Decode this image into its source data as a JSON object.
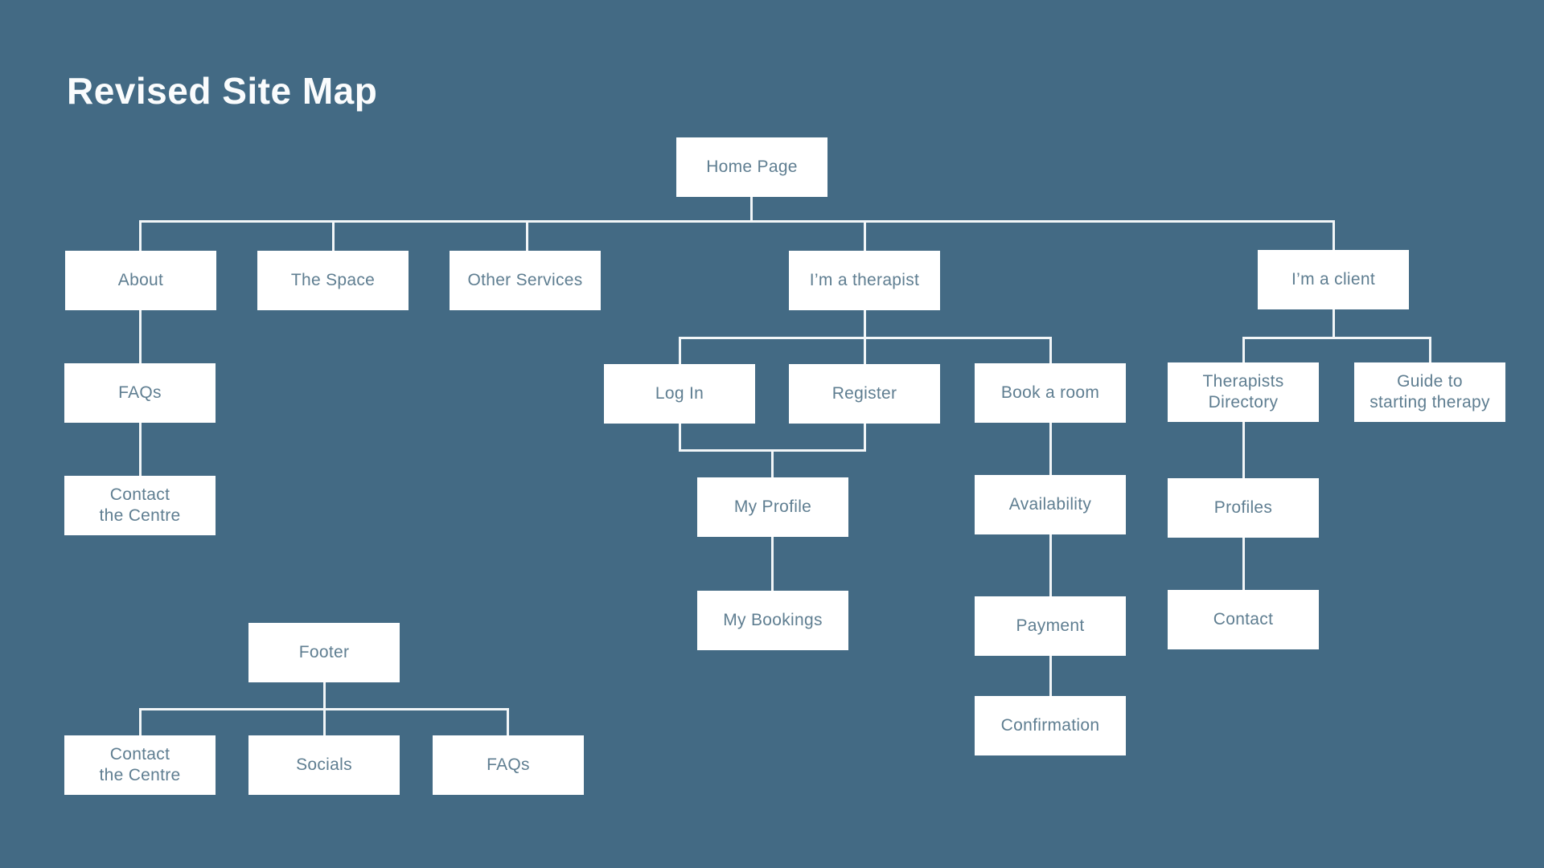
{
  "title": "Revised Site Map",
  "colors": {
    "background": "#436A84",
    "box_fill": "#FFFFFF",
    "box_text": "#5F7E91",
    "connector": "#F2F6F8",
    "title_text": "#FAFCFD"
  },
  "nodes": {
    "home_page": {
      "lines": [
        "Home Page"
      ]
    },
    "about": {
      "lines": [
        "About"
      ]
    },
    "the_space": {
      "lines": [
        "The Space"
      ]
    },
    "other_services": {
      "lines": [
        "Other Services"
      ]
    },
    "im_a_therapist": {
      "lines": [
        "I’m a therapist"
      ]
    },
    "im_a_client": {
      "lines": [
        "I’m a client"
      ]
    },
    "faqs": {
      "lines": [
        "FAQs"
      ]
    },
    "contact_the_centre": {
      "lines": [
        "Contact",
        "the Centre"
      ]
    },
    "log_in": {
      "lines": [
        "Log In"
      ]
    },
    "register": {
      "lines": [
        "Register"
      ]
    },
    "book_a_room": {
      "lines": [
        "Book a room"
      ]
    },
    "therapists_directory": {
      "lines": [
        "Therapists",
        "Directory"
      ]
    },
    "guide_to_starting_therapy": {
      "lines": [
        "Guide to",
        "starting therapy"
      ]
    },
    "my_profile": {
      "lines": [
        "My Profile"
      ]
    },
    "availability": {
      "lines": [
        "Availability"
      ]
    },
    "profiles": {
      "lines": [
        "Profiles"
      ]
    },
    "my_bookings": {
      "lines": [
        "My Bookings"
      ]
    },
    "payment": {
      "lines": [
        "Payment"
      ]
    },
    "contact": {
      "lines": [
        "Contact"
      ]
    },
    "confirmation": {
      "lines": [
        "Confirmation"
      ]
    },
    "footer": {
      "lines": [
        "Footer"
      ]
    },
    "footer_contact_the_centre": {
      "lines": [
        "Contact",
        "the Centre"
      ]
    },
    "socials": {
      "lines": [
        "Socials"
      ]
    },
    "footer_faqs": {
      "lines": [
        "FAQs"
      ]
    }
  },
  "edges": [
    {
      "from": "home_page",
      "to": "about"
    },
    {
      "from": "home_page",
      "to": "the_space"
    },
    {
      "from": "home_page",
      "to": "other_services"
    },
    {
      "from": "home_page",
      "to": "im_a_therapist"
    },
    {
      "from": "home_page",
      "to": "im_a_client"
    },
    {
      "from": "about",
      "to": "faqs"
    },
    {
      "from": "faqs",
      "to": "contact_the_centre"
    },
    {
      "from": "im_a_therapist",
      "to": "log_in"
    },
    {
      "from": "im_a_therapist",
      "to": "register"
    },
    {
      "from": "im_a_therapist",
      "to": "book_a_room"
    },
    {
      "from": "log_in",
      "to": "my_profile"
    },
    {
      "from": "register",
      "to": "my_profile"
    },
    {
      "from": "my_profile",
      "to": "my_bookings"
    },
    {
      "from": "book_a_room",
      "to": "availability"
    },
    {
      "from": "availability",
      "to": "payment"
    },
    {
      "from": "payment",
      "to": "confirmation"
    },
    {
      "from": "im_a_client",
      "to": "therapists_directory"
    },
    {
      "from": "im_a_client",
      "to": "guide_to_starting_therapy"
    },
    {
      "from": "therapists_directory",
      "to": "profiles"
    },
    {
      "from": "profiles",
      "to": "contact"
    },
    {
      "from": "footer",
      "to": "footer_contact_the_centre"
    },
    {
      "from": "footer",
      "to": "socials"
    },
    {
      "from": "footer",
      "to": "footer_faqs"
    }
  ]
}
